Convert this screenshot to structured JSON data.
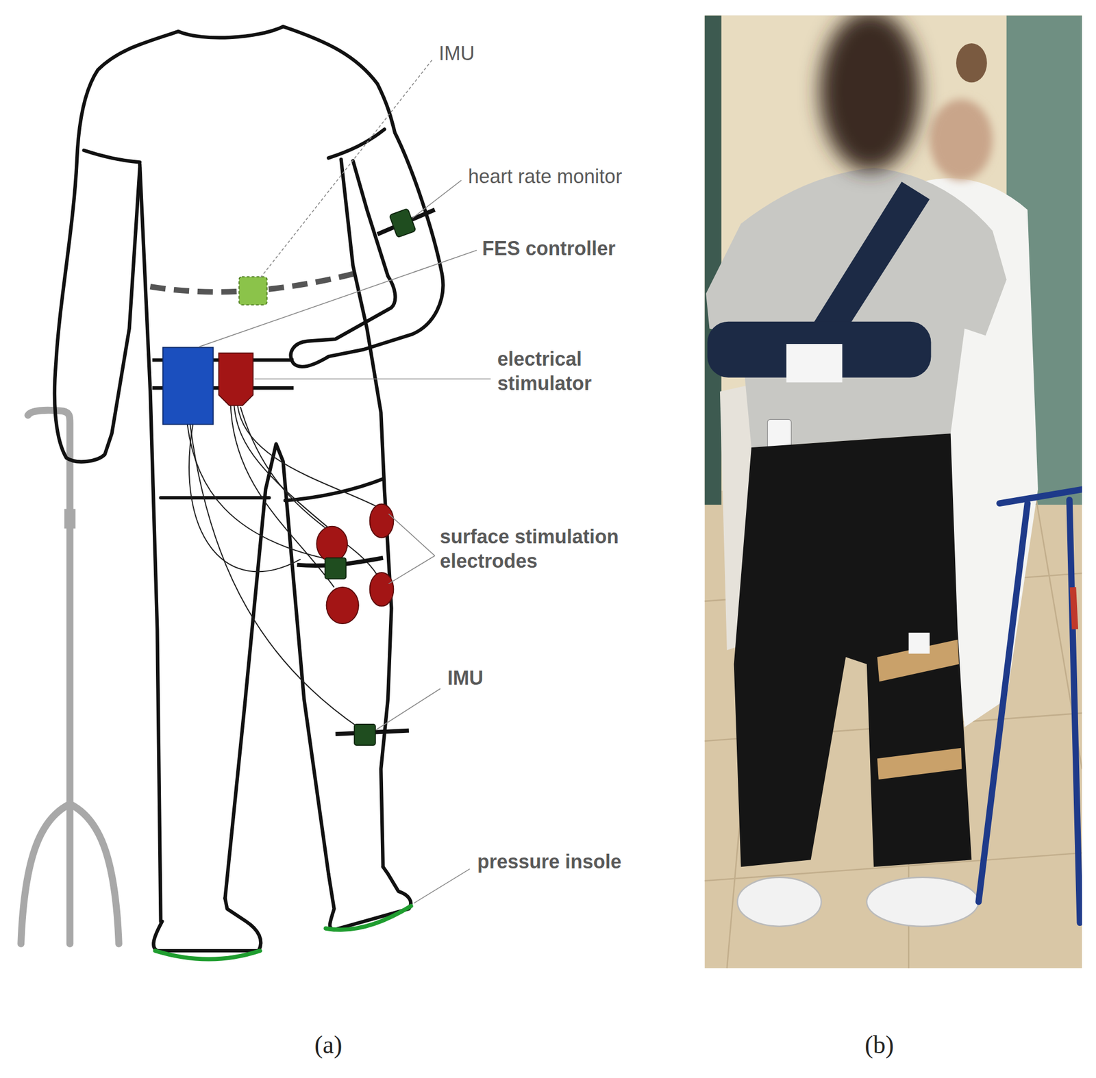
{
  "diagram": {
    "labels": [
      "IMU",
      "heart rate monitor",
      "FES controller",
      "electrical stimulator",
      "surface stimulation electrodes",
      "IMU",
      "pressure insole",
      "(a)",
      "(b)"
    ]
  }
}
